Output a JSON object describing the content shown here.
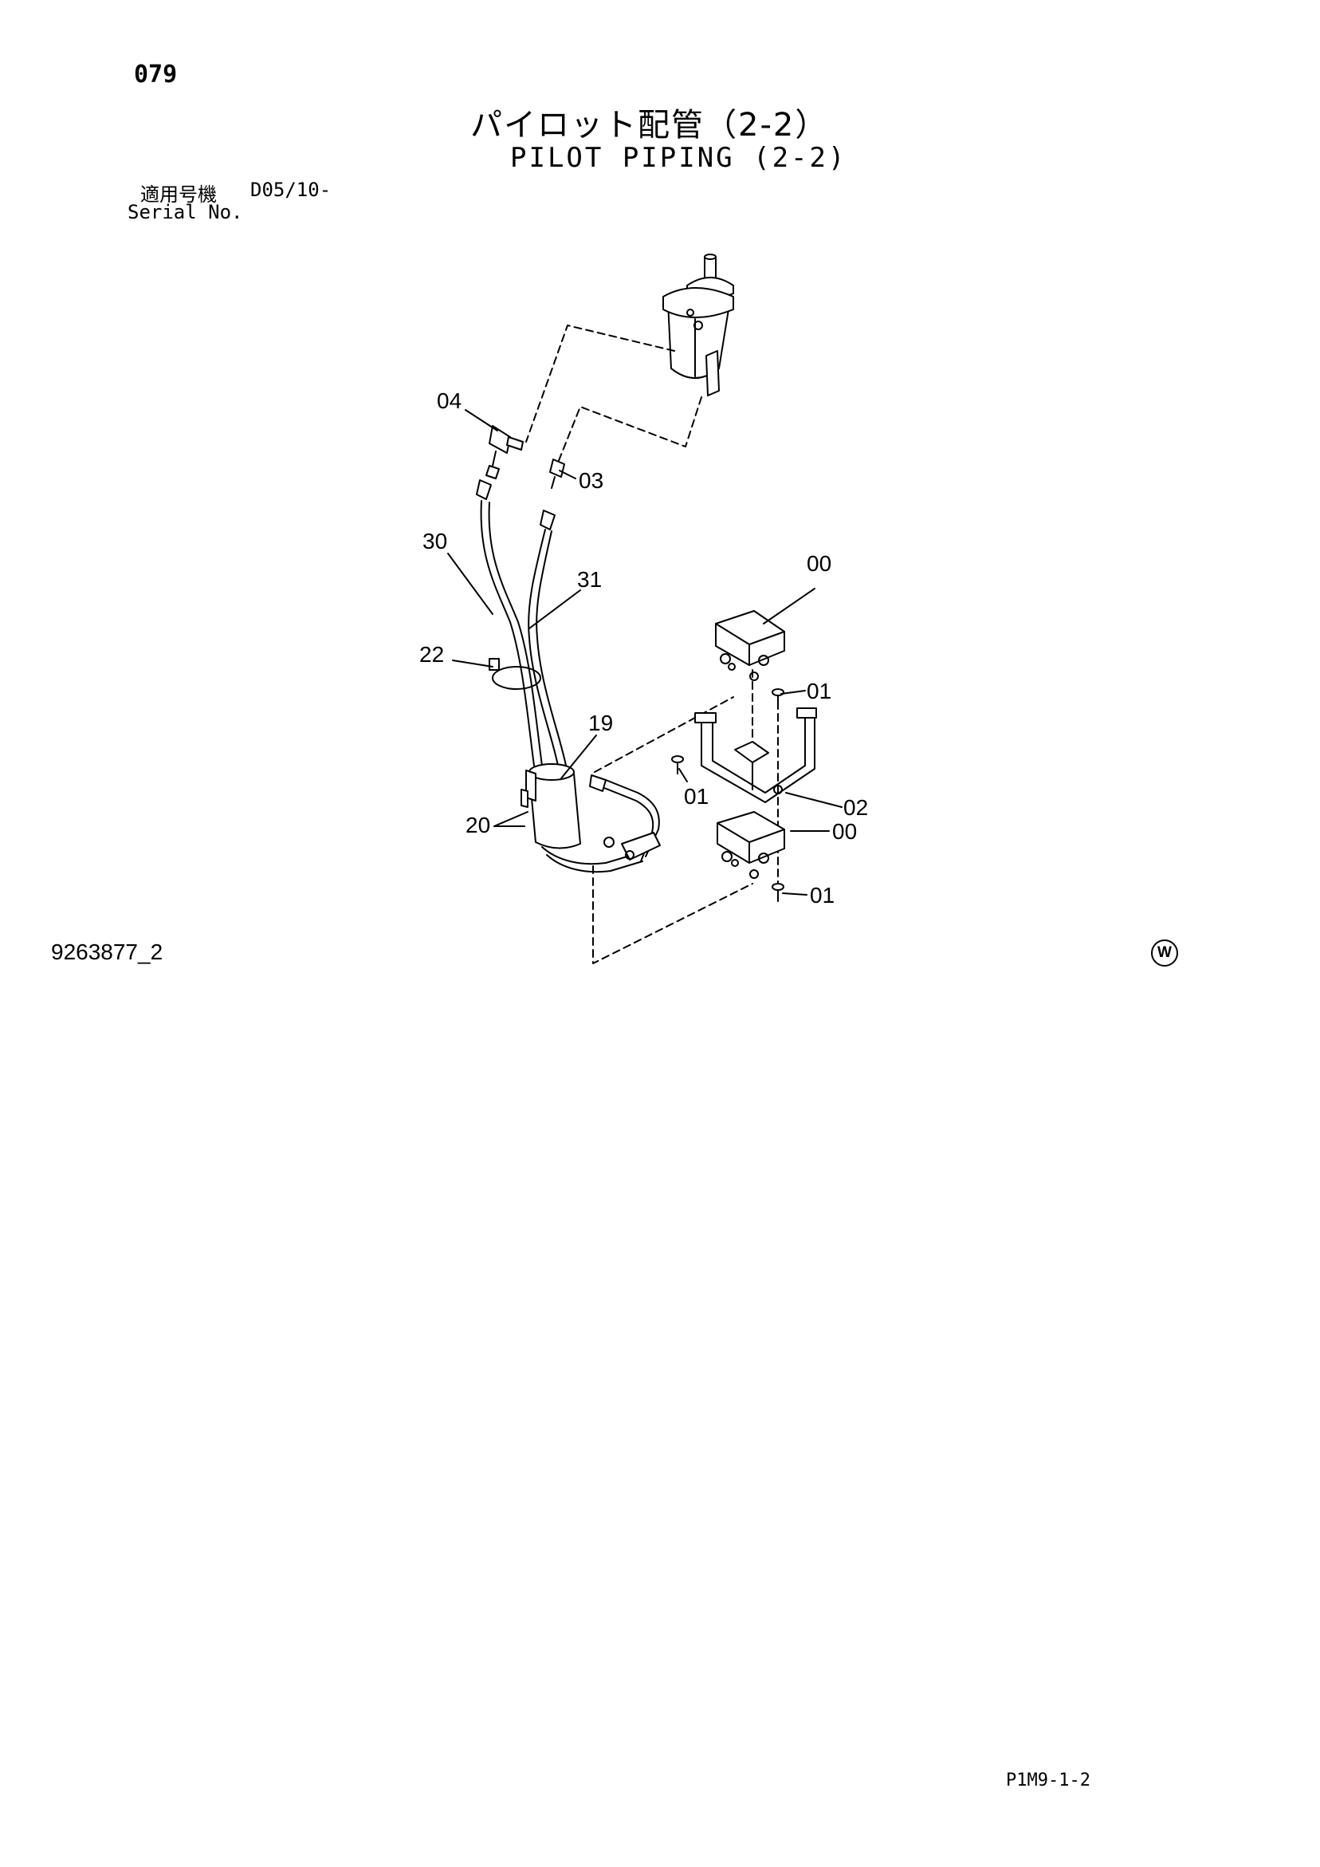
{
  "header": {
    "page_number": "079",
    "title_jp": "パイロット配管（2-2）",
    "title_en": "PILOT PIPING (2-2)",
    "serial_label_jp": "適用号機",
    "serial_value": "D05/10-",
    "serial_label_en": "Serial No."
  },
  "diagram": {
    "callouts": {
      "c04": "04",
      "c03": "03",
      "c30": "30",
      "c31": "31",
      "c00a": "00",
      "c22": "22",
      "c01a": "01",
      "c19": "19",
      "c01b": "01",
      "c02": "02",
      "c20": "20",
      "c00b": "00",
      "c01c": "01"
    }
  },
  "footer": {
    "drawing_number": "9263877_2",
    "mark": "W",
    "page_code": "P1M9-1-2"
  }
}
